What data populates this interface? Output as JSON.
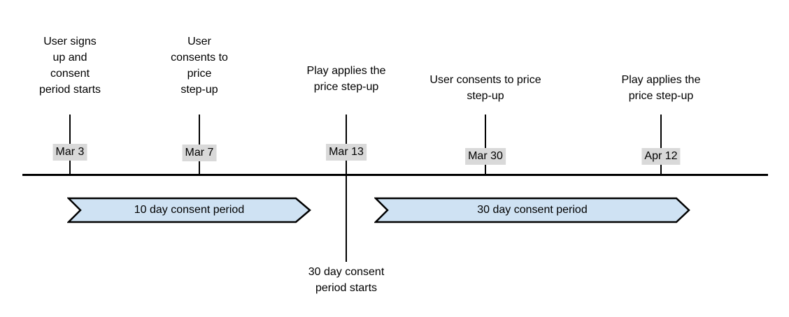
{
  "colors": {
    "background": "#ffffff",
    "line": "#000000",
    "date_chip_background": "#d9d9d9",
    "period_arrow_fill": "#cfe2f3",
    "period_arrow_border": "#000000"
  },
  "events": [
    {
      "label": "User signs\nup and\nconsent\nperiod starts",
      "date": "Mar 3"
    },
    {
      "label": "User\nconsents to\nprice\nstep-up",
      "date": "Mar 7"
    },
    {
      "label": "Play applies the\nprice step-up",
      "date": "Mar 13"
    },
    {
      "label": "User consents to price\nstep-up",
      "date": "Mar 30"
    },
    {
      "label": "Play applies the\nprice step-up",
      "date": "Apr 12"
    }
  ],
  "periods": [
    {
      "label": "10 day consent period"
    },
    {
      "label": "30 day consent period"
    }
  ],
  "annotations": [
    {
      "label": "30 day consent\nperiod starts"
    }
  ]
}
